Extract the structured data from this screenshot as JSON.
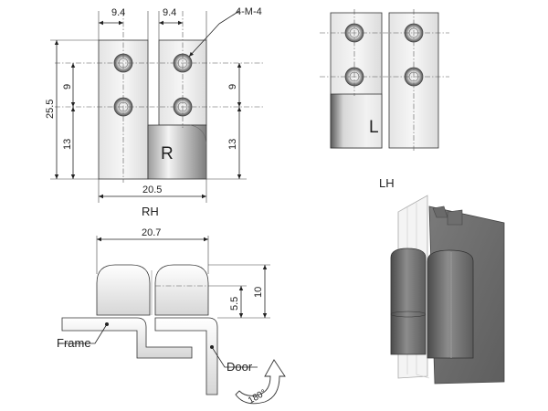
{
  "labels": {
    "thread_spec": "4-M-4",
    "width_left": "9.4",
    "width_right": "9.4",
    "height_total": "25.5",
    "height_upper_left": "9",
    "height_lower_left": "13",
    "height_upper_right": "9",
    "height_lower_right": "13",
    "width_total": "20.5",
    "letter_r": "R",
    "caption_rh": "RH",
    "letter_l": "L",
    "caption_lh": "LH",
    "side_width": "20.7",
    "side_height_small": "5.5",
    "side_height_large": "10",
    "frame": "Frame",
    "door": "Door",
    "rotation": "180°"
  },
  "colors": {
    "plate_light": "#f2f2f2",
    "plate_dark": "#c9c9c9",
    "line": "#222222",
    "metal_dark": "#555555",
    "metal_mid": "#8a8a8a"
  }
}
